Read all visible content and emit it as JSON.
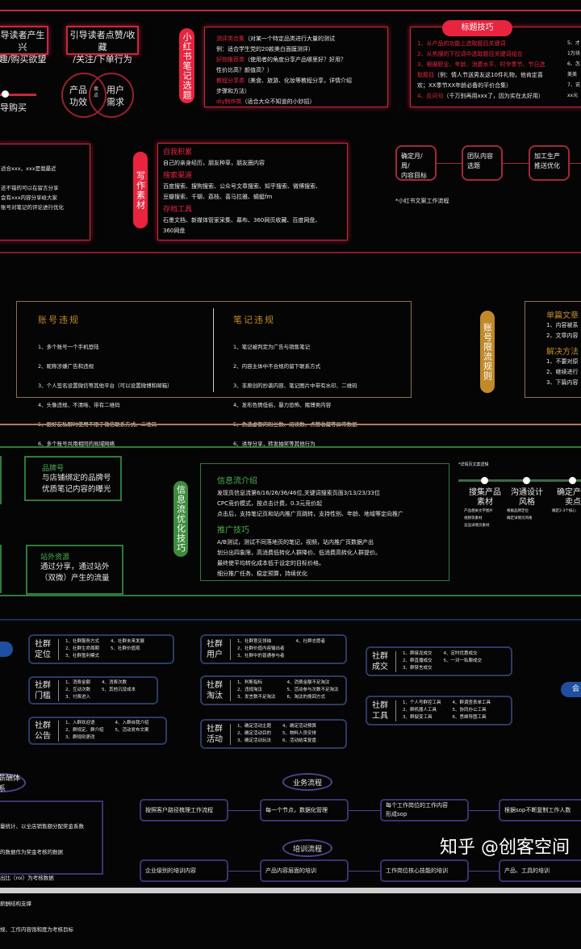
{
  "colors": {
    "red": "#c9283f",
    "gold": "#c08a2a",
    "green": "#2f7a3a",
    "blue": "#1e4fa0",
    "purple": "#3a3370"
  },
  "red_section": {
    "box_interest": "导读者产生兴\n趣/购买欲望",
    "box_action": "引导读者点赞/收藏\n/关注/下单行为",
    "slider_label": "导购买",
    "venn": {
      "left": "产品\n功效",
      "middle": "卖\n点",
      "right": "用户\n需求"
    },
    "topic_pill": "小红书笔记选题",
    "topics": [
      {
        "key": "测评类合集",
        "text": "（对某一个特定品类进行大量的测试\n例：适合学生党的20款美白面膜测评）"
      },
      {
        "key": "好物推荐类",
        "text": "（使用者的角度分享产品哪里好？好用？\n性价比高？颜值高？）"
      },
      {
        "key": "教程分享类",
        "text": "（美食、旅游、化妆等教程分享，详情介绍\n步骤和方法）"
      },
      {
        "key": "diy制作类",
        "text": "（适合大众不知道的小妙招）"
      }
    ],
    "title_pill": "标题技巧",
    "title_tips": [
      {
        "key": "1、从产品的功能上选取题目关键词",
        "text": ""
      },
      {
        "key": "2、从热搜的下拉词中选取题目关键词组合",
        "text": ""
      },
      {
        "key": "3、根据职业、年龄、消费水平、时令季节、节日选\n取题目",
        "text": "（例：情人节送男友这10件礼物，他肯定喜\n欢；XX季节XX年龄必备的平价合集）"
      },
      {
        "key": "4、反问句",
        "text": "（千万别再用xxx了，因为实在太好用）"
      }
    ],
    "title_tips_right": "5、才\n1万块\n6、怎\n美美\n7、说\nxx元",
    "left_box_text": "适合xxx，xxx是我最近\n\n还不错的可以在留言分享\n会有xxx内容分享给大家\n账号对笔记的评论进行优化",
    "material_pill": "写作素材",
    "materials": [
      {
        "head": "自我积累",
        "text": "自己的亲身经历，朋友种草，朋友圈内容"
      },
      {
        "head": "搜索渠道",
        "text": "百度搜索、搜狗搜索、公众号文章搜索、知乎搜索、微博搜索、\n豆瓣搜索、千聊、荔枝、喜马拉雅、蜻蜓fm"
      },
      {
        "head": "存档工具",
        "text": "石墨文档、新媒体管家采集、幕布、360网页收藏、百度网盘、\n360网盘"
      }
    ],
    "workflow": [
      "确定月/周/\n内容目标",
      "团队内容\n选题",
      "加工生产\n推送优化"
    ],
    "workflow_caption": "*小红书文案工作流程"
  },
  "gold_section": {
    "account_title": "账号违规",
    "account_items": [
      "1、多个账号一个手机登陆",
      "2、昵称涉嫌广告和违规",
      "3、个人签名设置微信等其他平台（可以设置微博和邮箱）",
      "4、头像违规、不清晰、带有二维码",
      "5、跟好友私聊时使用不限于微信联系方式、二维码",
      "6、多个账号共用相同的局域网络"
    ],
    "note_title": "笔记违规",
    "note_items": [
      "1、笔记被判定为广告与销售笔记",
      "2、内容主体中不合规的留下联系方式",
      "3、非原创的抄袭内容、笔记图片中带有水印、二维码",
      "4、发布色情低俗，暴力恐怖、赌博类内容",
      "5、伪造虚假的粉丝数、阅读数、点赞收藏等异常数据",
      "6、诱导分享，转发抽奖等其他行为"
    ],
    "pill": "账号限流规则",
    "single_title": "单篇文章",
    "single_items": [
      "1、内容被系",
      "2、文章内容"
    ],
    "solution_title": "解决方法",
    "solution_items": [
      "1、不要对原",
      "2、继续进行",
      "3、下篇内容"
    ]
  },
  "green_section": {
    "brand": {
      "head": "品牌号",
      "text": "与店铺绑定的品牌号\n优质笔记内容的曝光"
    },
    "offsite": {
      "head": "站外资源",
      "text": "通过分享，通过站外\n（双微）产生的流量"
    },
    "pill": "信息流优化技巧",
    "intro_title": "信息流介绍",
    "intro_items": [
      "发现页信息流第6/16/26/36/46位,关键词搜索页面3/13/23/33位",
      "CPC竞价模式，按点击计费，0.3元竞价起",
      "点击后，支持笔记页和站内推广页跳转，支持性别、年龄、地域等定向推广"
    ],
    "promo_title": "推广技巧",
    "promo_items": [
      "A/B测试，测试不同落地页的笔记，视频，站内推广页数据产出",
      "划分出四象限，高消费低转化人群降价、低消费高转化人群提价。",
      "最终使平均转化成本低于设定的目标价格。",
      "细分推广任务、稳定预算，持续优化"
    ],
    "timeline_caption": "*详情页文案逻辑",
    "timeline": [
      {
        "title": "搜集产品\n素材",
        "sub": "产品相关文字图片\n视频等素材\n竞品详情页素材"
      },
      {
        "title": "沟通设计\n风格",
        "sub": "根据品牌定位\n确定详情页风格"
      },
      {
        "title": "确定产品\n卖点",
        "sub": "确定2-3个核心"
      }
    ]
  },
  "blue_section": {
    "right_pill": "会",
    "cards": [
      {
        "title": "社群\n定位",
        "items": [
          "1、社群服务方式",
          "4、社群未来发展",
          "2、社群生命周期",
          "5、社群价值观",
          "3、社群盈利模式",
          ""
        ]
      },
      {
        "title": "社群\n用户",
        "items": [
          "1、社群意见领袖",
          "4、社群志愿者",
          "2、社群价值内容输出者",
          "",
          "3、社群中的普通参与者",
          ""
        ]
      },
      {
        "title": "社群\n门槛",
        "items": [
          "1、消费金额",
          "4、消费次数",
          "2、互动次数",
          "5、其他沉没成本",
          "3、付费进入",
          ""
        ]
      },
      {
        "title": "社群\n淘汰",
        "items": [
          "1、判断指标",
          "4、消费金额不足淘汰",
          "2、违规淘汰",
          "5、活动参与次数不足淘汰",
          "3、发言数不足淘汰",
          "6、淘汰的挽回方式"
        ]
      },
      {
        "title": "社群\n公告",
        "items": [
          "1、入群欢迎语",
          "4、入群自我介绍",
          "2、群规定、群介绍",
          "5、活动发布文案",
          "3、群规则更改",
          ""
        ]
      },
      {
        "title": "社群\n活动",
        "items": [
          "1、确定活动主题",
          "4、确定活动预算",
          "2、确定活动目的",
          "5、物料人员安排",
          "3、确定活动玩法",
          "6、活动结束复盘"
        ]
      },
      {
        "title": "社群\n成交",
        "items": [
          "1、群接龙成交",
          "4、定时优惠成交",
          "2、群直播成交",
          "5、一对一私聊成交",
          "3、群禁言成交",
          ""
        ]
      },
      {
        "title": "社群\n工具",
        "items": [
          "1、个人号群控工具",
          "4、群调查表单工具",
          "2、群机器人工具",
          "5、协同办公工具",
          "3、群裂变工具",
          "6、思维导图工具"
        ]
      }
    ]
  },
  "purple_section": {
    "salary_label": "薪酬体系",
    "salary_items": [
      "量统计、以全店销售额分配奖金系数",
      "的数据作为奖金考核的数据",
      "出比（roi）为考核数据",
      "薪酬结构支撑",
      "规、工作内容饱和度为考核目标"
    ],
    "business_label": "业务流程",
    "business_flow": [
      "按照客户路径梳理工作流程",
      "每一个节点，数据化管理",
      "每个工作岗位的工作内容\n形成sop",
      "根据sop不断复制工作人数"
    ],
    "training_label": "培训流程",
    "training_flow": [
      "企业级别的培训内容",
      "产品内容层面的培训",
      "工作岗位核心技能的培训",
      "产品、工具的培训"
    ]
  },
  "watermark": "知乎 @创客空间"
}
